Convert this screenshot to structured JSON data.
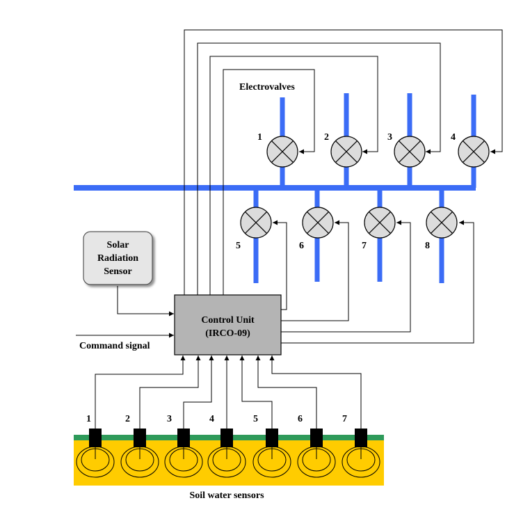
{
  "electrovalves_label": "Electrovalves",
  "upper_valve_numbers": [
    "1",
    "2",
    "3",
    "4"
  ],
  "lower_valve_numbers": [
    "5",
    "6",
    "7",
    "8"
  ],
  "solar_sensor": {
    "line1": "Solar",
    "line2": "Radiation",
    "line3": "Sensor"
  },
  "control_unit": {
    "line1": "Control Unit",
    "line2": "(IRCO-09)"
  },
  "command_signal_label": "Command signal",
  "soil_sensor_numbers": [
    "1",
    "2",
    "3",
    "4",
    "5",
    "6",
    "7"
  ],
  "soil_sensors_label": "Soil water sensors",
  "colors": {
    "pipe": "#3b6cf6",
    "valve_fill": "#dcdcdc",
    "control_unit_fill": "#b4b4b4",
    "solar_box_fill": "#e6e6e6",
    "soil": "#ffcc00",
    "soil_surface": "#2e9a5a",
    "sensor_head": "#000000"
  }
}
